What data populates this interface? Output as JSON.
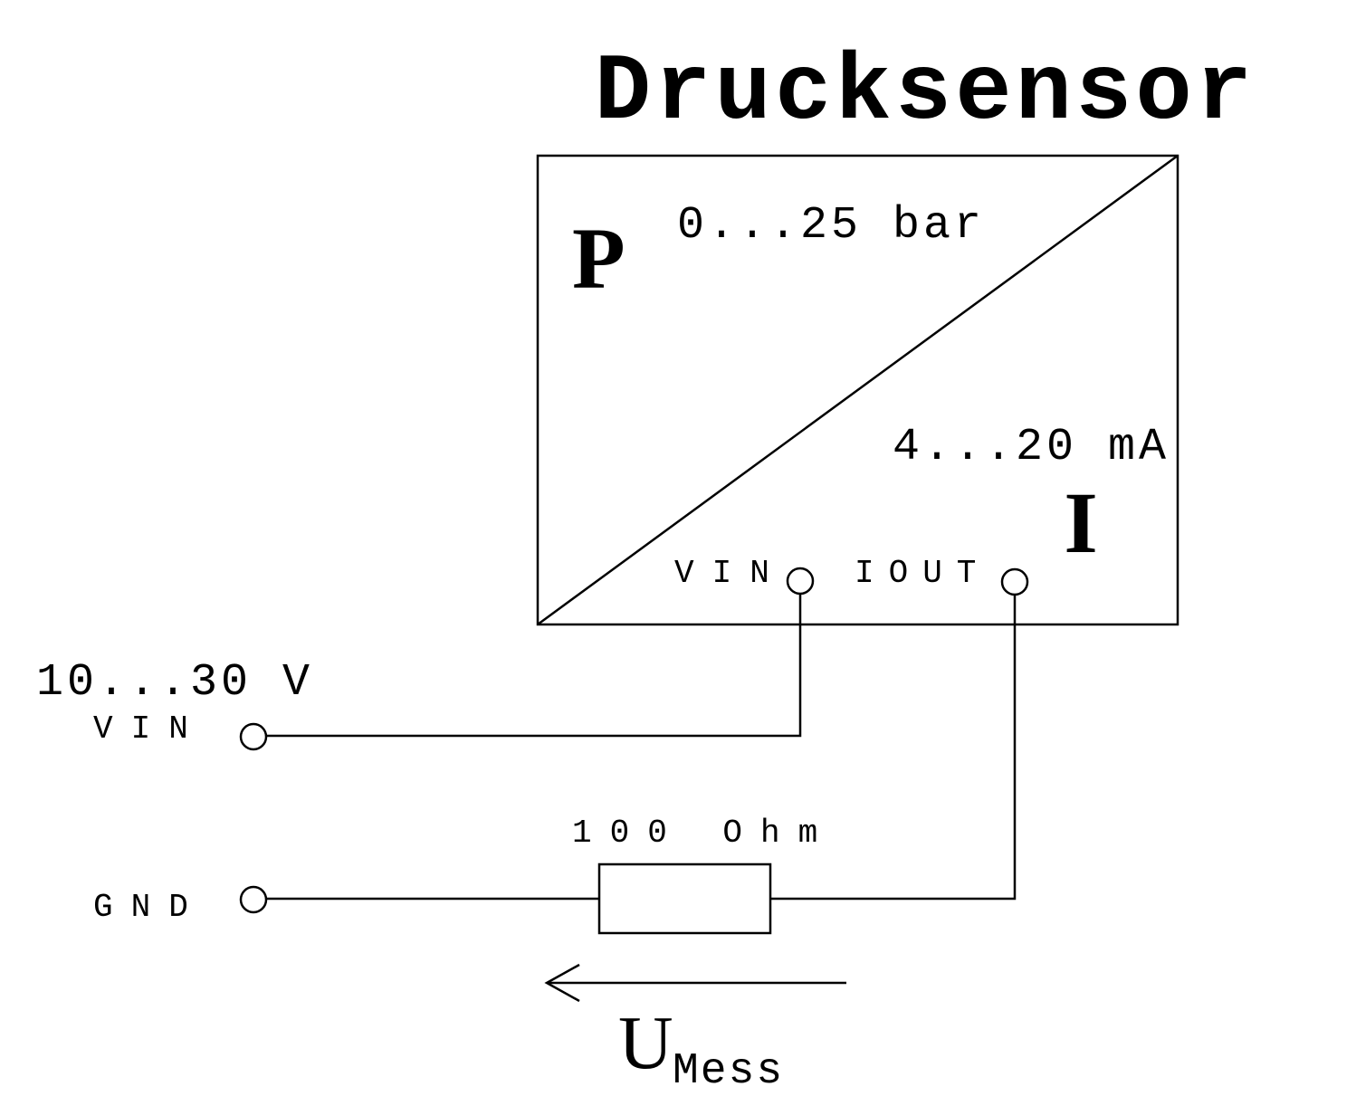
{
  "title": "Drucksensor",
  "sensor": {
    "input_symbol": "P",
    "input_range": "0...25 bar",
    "output_symbol": "I",
    "output_range": "4...20 mA",
    "pin_vin": "VIN",
    "pin_iout": "IOUT"
  },
  "supply": {
    "voltage": "10...30 V",
    "vin_label": "VIN",
    "gnd_label": "GND"
  },
  "resistor": {
    "label": "100 Ohm"
  },
  "measurement": {
    "symbol": "U",
    "subscript": "Mess"
  },
  "colors": {
    "stroke": "#000000",
    "background": "#ffffff"
  }
}
